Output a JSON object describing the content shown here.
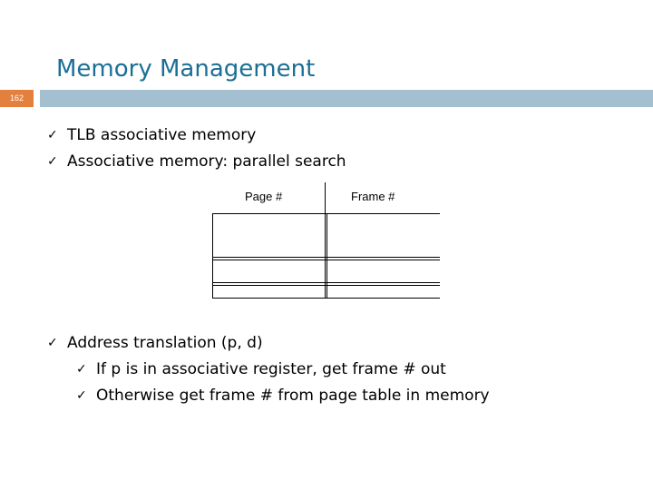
{
  "slide": {
    "title": "Memory Management",
    "number": "162",
    "colors": {
      "title": "#1c6e97",
      "accent_bar": "#e4803e",
      "header_bar": "#a4bfcf"
    }
  },
  "bullets_top": [
    {
      "icon": "checkmark-icon",
      "text": "TLB associative memory"
    },
    {
      "icon": "checkmark-icon",
      "text": "Associative memory: parallel search"
    }
  ],
  "tlb_table": {
    "headers": [
      "Page #",
      "Frame #"
    ]
  },
  "bullets_bottom": {
    "main": {
      "icon": "checkmark-icon",
      "text": "Address translation (p, d)"
    },
    "sub": [
      {
        "icon": "checkmark-icon",
        "text": "If p is in associative register, get frame # out"
      },
      {
        "icon": "checkmark-icon",
        "text": "Otherwise get frame # from page table in memory"
      }
    ]
  }
}
